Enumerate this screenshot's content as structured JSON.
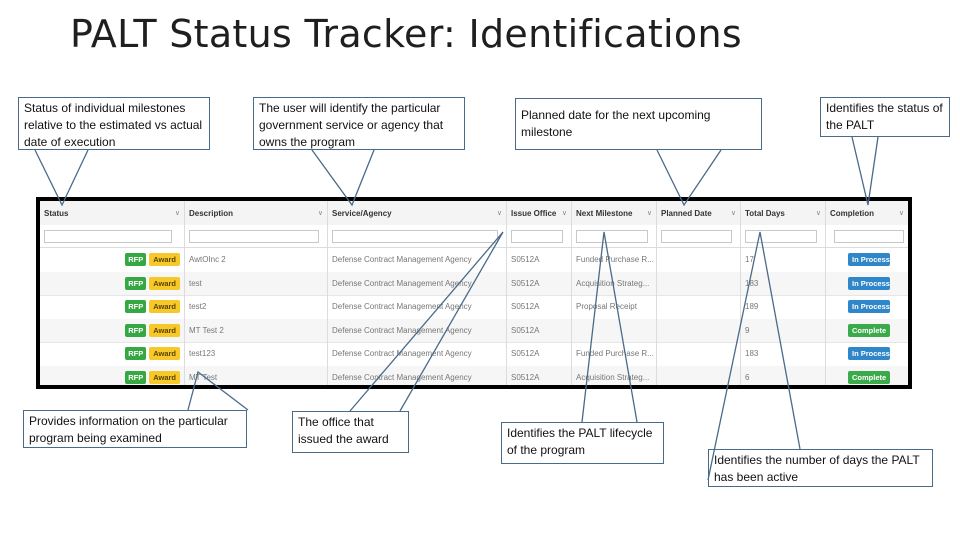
{
  "title": "PALT Status Tracker: Identifications",
  "callouts": {
    "status": "Status of individual milestones relative to the estimated vs actual date of execution",
    "service": "The user will identify the particular government service or agency that owns the program",
    "planned": "Planned date for the next upcoming milestone",
    "completion": "Identifies the status of the PALT",
    "description": "Provides information on the particular program being examined",
    "office": "The office that issued the award",
    "lifecycle": "Identifies the PALT lifecycle of the program",
    "days": "Identifies the number of days the PALT has been active"
  },
  "table": {
    "columns": [
      "Status",
      "Description",
      "Service/Agency",
      "Issue Office",
      "Next Milestone",
      "Planned Date",
      "Total Days",
      "Completion"
    ],
    "status_badges": {
      "rfp": "RFP",
      "award": "Award"
    },
    "rows": [
      {
        "description": "AwtOInc 2",
        "service": "Defense Contract Management Agency",
        "office": "S0512A",
        "next": "Funded Purchase R...",
        "planned": "",
        "days": "17",
        "completion": "In Process"
      },
      {
        "description": "test",
        "service": "Defense Contract Management Agency",
        "office": "S0512A",
        "next": "Acquisition Strateg...",
        "planned": "",
        "days": "183",
        "completion": "In Process"
      },
      {
        "description": "test2",
        "service": "Defense Contract Management Agency",
        "office": "S0512A",
        "next": "Proposal Receipt",
        "planned": "",
        "days": "189",
        "completion": "In Process"
      },
      {
        "description": "MT Test 2",
        "service": "Defense Contract Management Agency",
        "office": "S0512A",
        "next": "",
        "planned": "",
        "days": "9",
        "completion": "Complete"
      },
      {
        "description": "test123",
        "service": "Defense Contract Management Agency",
        "office": "S0512A",
        "next": "Funded Purchase R...",
        "planned": "",
        "days": "183",
        "completion": "In Process"
      },
      {
        "description": "MT Test",
        "service": "Defense Contract Management Agency",
        "office": "S0512A",
        "next": "Acquisition Strateg...",
        "planned": "",
        "days": "6",
        "completion": "Complete"
      }
    ]
  },
  "colors": {
    "rfp": "#35a843",
    "award": "#f6c82a",
    "in_process": "#2f86c8",
    "complete": "#3aaa4a",
    "callout_border": "#4a6a8a"
  }
}
